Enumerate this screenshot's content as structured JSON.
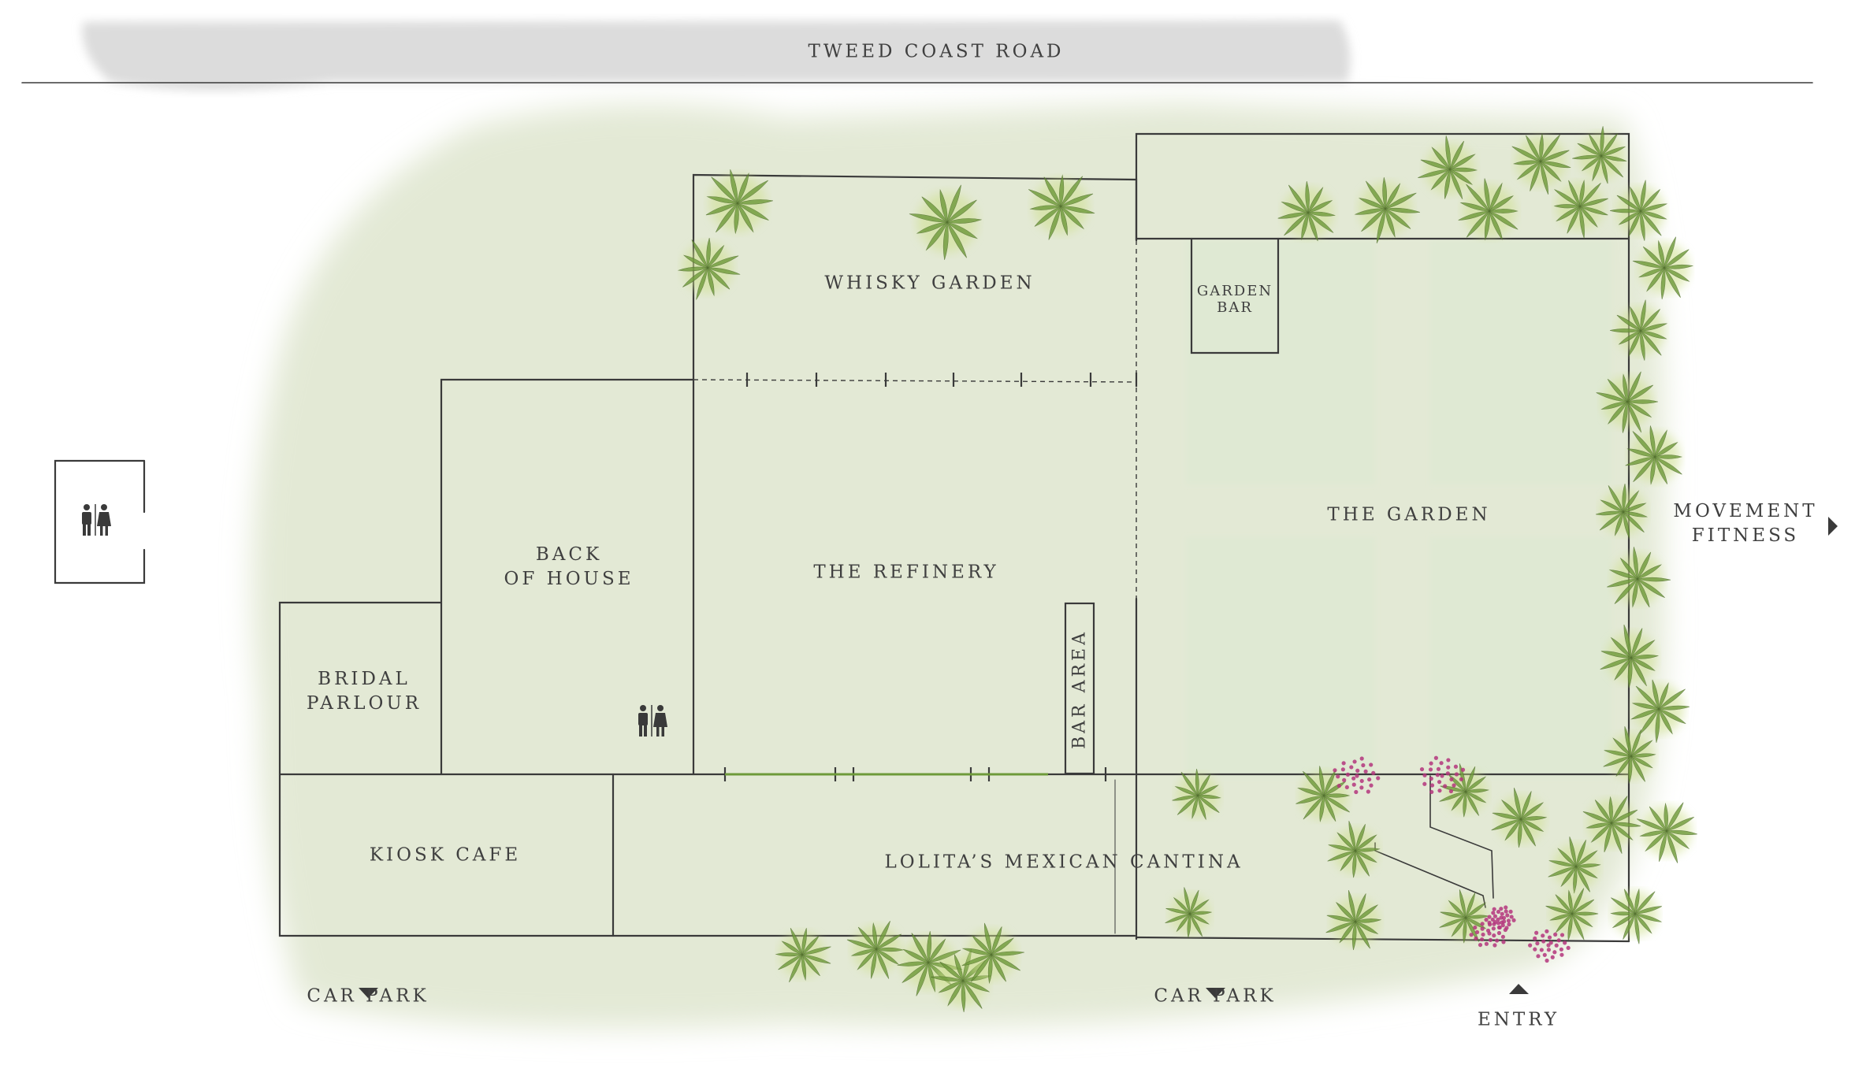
{
  "road": {
    "label": "TWEED COAST ROAD"
  },
  "areas": {
    "whisky_garden": "WHISKY GARDEN",
    "garden_bar": [
      "GARDEN",
      "BAR"
    ],
    "back_of_house": [
      "BACK",
      "OF HOUSE"
    ],
    "the_refinery": "THE REFINERY",
    "bar_area": "BAR AREA",
    "the_garden": "THE GARDEN",
    "bridal_parlour": [
      "BRIDAL",
      "PARLOUR"
    ],
    "kiosk_cafe": "KIOSK CAFE",
    "lolitas_cantina": "LOLITA’S MEXICAN CANTINA"
  },
  "directions": {
    "car_park_left": "CAR PARK",
    "car_park_right": "CAR PARK",
    "entry": "ENTRY",
    "movement_fitness": [
      "MOVEMENT",
      "FITNESS"
    ]
  },
  "icons": [
    "restroom-icon",
    "palm-plant-icon",
    "flower-icon",
    "arrow-down-icon",
    "arrow-up-icon",
    "arrow-right-icon"
  ],
  "colors": {
    "line": "#3a3a3a",
    "wash": "#e3e9d5",
    "garden_bed": "#dfe9d3",
    "road_wash": "#dcdcdc",
    "plant": "#6e9a3a",
    "plant_glow": "#cfe08f",
    "flower": "#b4357c"
  }
}
